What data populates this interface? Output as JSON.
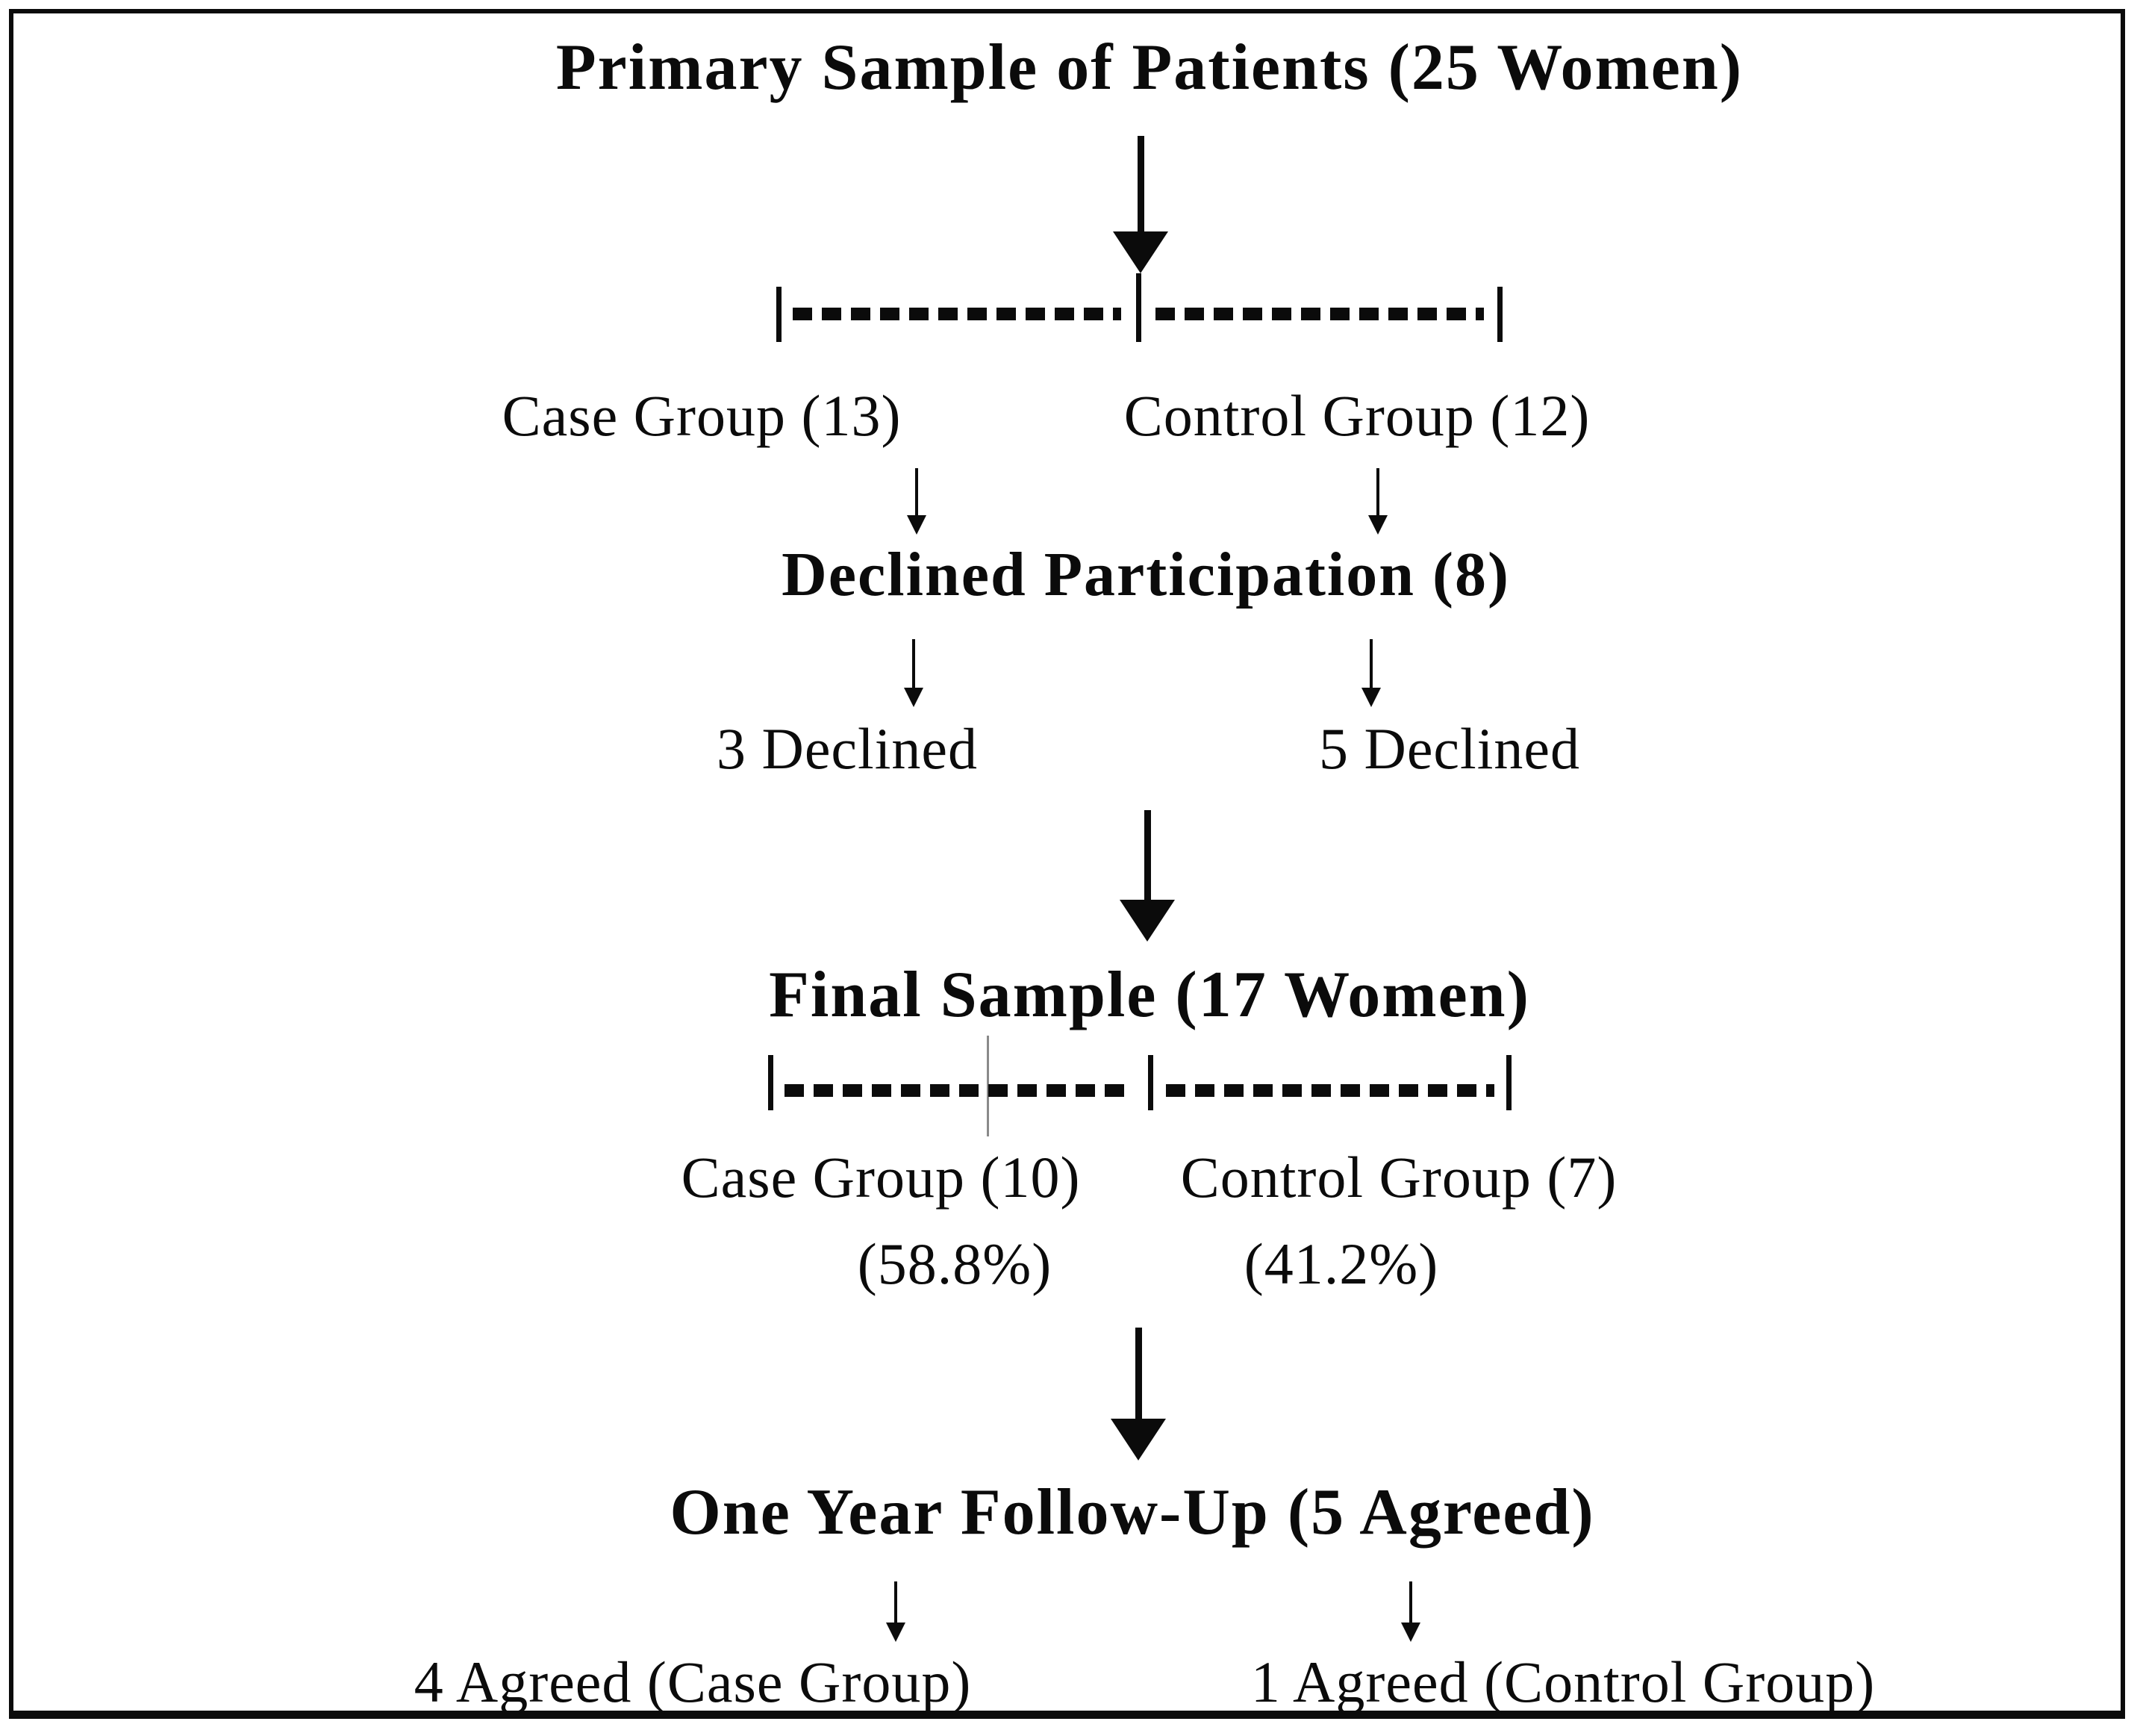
{
  "diagram": {
    "title": "Primary Sample of Patients (25 Women)",
    "allocation": {
      "case_label": "Case Group (13)",
      "control_label": "Control Group (12)"
    },
    "declined": {
      "heading": "Declined Participation (8)",
      "case_detail": "3 Declined",
      "control_detail": "5 Declined"
    },
    "final_sample": {
      "heading": "Final Sample (17 Women)",
      "case_label": "Case Group (10)",
      "case_percent": "(58.8%)",
      "control_label": "Control Group (7)",
      "control_percent": "(41.2%)"
    },
    "follow_up": {
      "heading": "One Year Follow-Up (5 Agreed)",
      "case_detail": "4 Agreed (Case Group)",
      "control_detail": "1 Agreed (Control Group)"
    },
    "colors": {
      "ink": "#0b0b0b",
      "background": "#ffffff",
      "artifact_line": "#8a8a8a"
    }
  }
}
